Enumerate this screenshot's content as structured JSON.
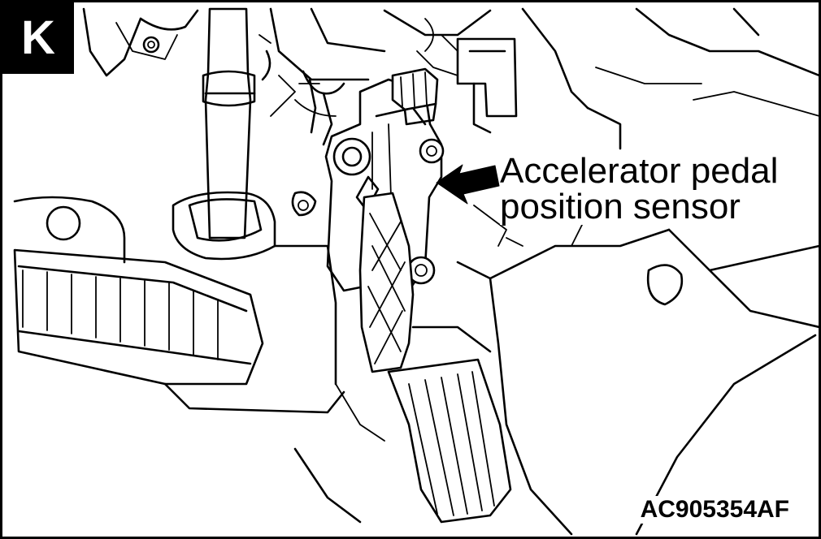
{
  "view_badge": "K",
  "callout": {
    "line1": "Accelerator pedal",
    "line2": "position sensor"
  },
  "figure_code": "AC905354AF",
  "colors": {
    "ink": "#000000",
    "paper": "#ffffff"
  }
}
